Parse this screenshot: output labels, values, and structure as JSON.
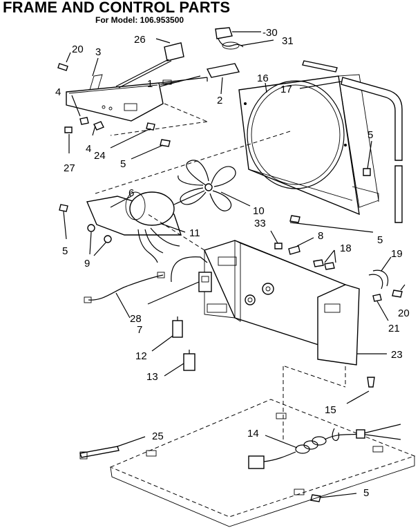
{
  "title": "FRAME AND CONTROL PARTS",
  "subtitle": "For Model: 106.953500",
  "labels": {
    "l1": "1",
    "l2": "2",
    "l3": "3",
    "l4a": "4",
    "l4b": "4",
    "l5a": "5",
    "l5b": "5",
    "l5c": "5",
    "l5d": "5",
    "l5e": "5",
    "l6": "6",
    "l7": "7",
    "l8": "8",
    "l9": "9",
    "l10": "10",
    "l11": "11",
    "l12": "12",
    "l13": "13",
    "l14": "14",
    "l15": "15",
    "l16": "16",
    "l17": "17",
    "l18": "18",
    "l19": "19",
    "l20a": "20",
    "l20b": "20",
    "l21": "21",
    "l23": "23",
    "l24": "24",
    "l25": "25",
    "l26": "26",
    "l27": "27",
    "l28": "28",
    "l30": "-30",
    "l31": "31",
    "l33": "33"
  }
}
